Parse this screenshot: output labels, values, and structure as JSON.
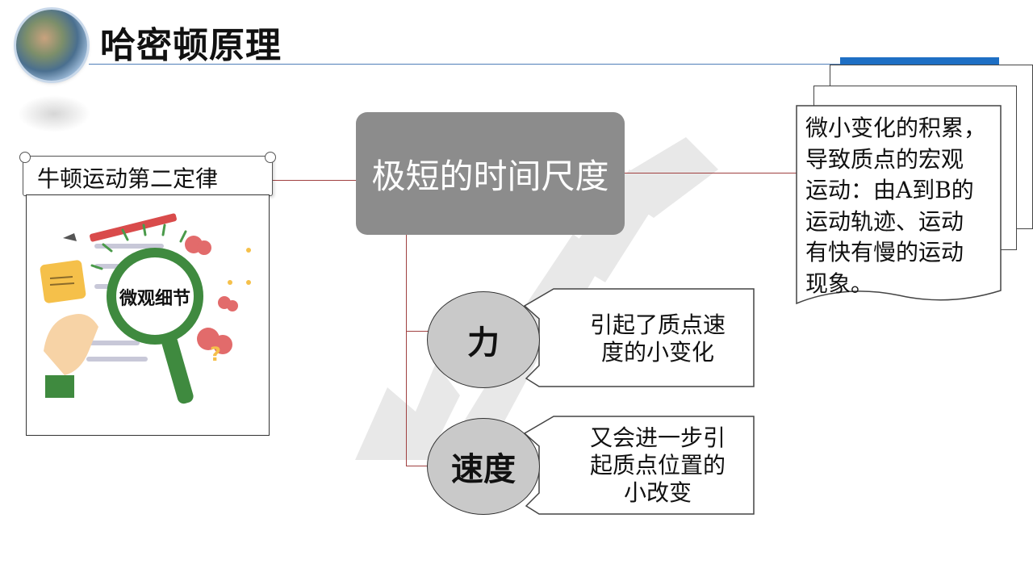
{
  "header": {
    "title": "哈密顿原理",
    "logo_icon": "globe-landscape-logo",
    "accent_color": "#1e6fc4"
  },
  "left": {
    "banner_label": "牛顿运动第二定律",
    "illustration_label": "微观细节",
    "illustration_icon": "magnifying-glass-illustration"
  },
  "center": {
    "label": "极短的时间尺度"
  },
  "right": {
    "lines": [
      "微小变化的积累，",
      "导致质点的宏观",
      "运动：由A到B的",
      "运动轨迹、运动",
      "有快有慢的运动",
      "现象。"
    ]
  },
  "callouts": [
    {
      "badge": "力",
      "lines": [
        "引起了质点速",
        "度的小变化"
      ]
    },
    {
      "badge": "速度",
      "lines": [
        "又会进一步引",
        "起质点位置的",
        "小改变"
      ]
    }
  ],
  "colors": {
    "center_box": "#8c8c8c",
    "connector": "#a04040",
    "circle_fill": "#c9c9c9"
  }
}
